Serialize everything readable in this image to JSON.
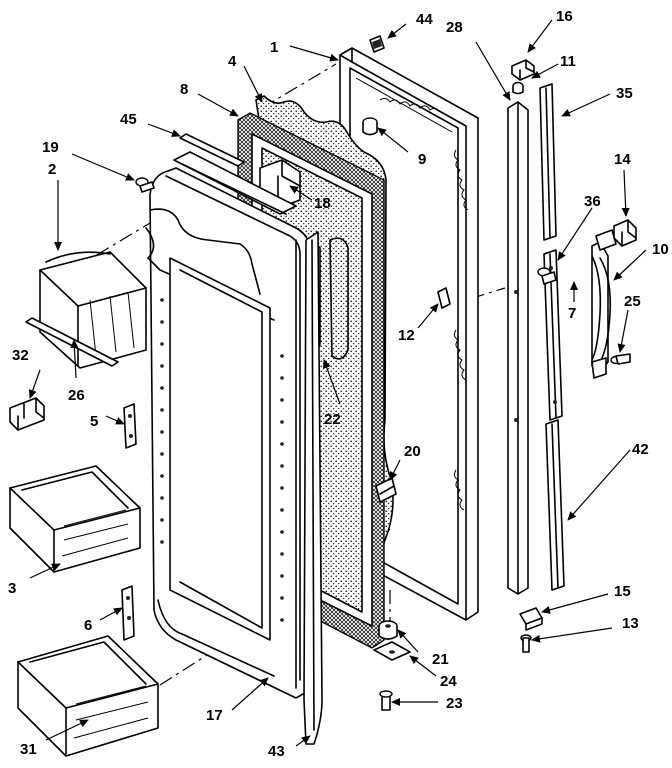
{
  "diagram": {
    "type": "exploded-parts-view",
    "callouts": [
      "1",
      "2",
      "3",
      "4",
      "5",
      "6",
      "7",
      "8",
      "9",
      "10",
      "11",
      "12",
      "13",
      "14",
      "15",
      "16",
      "17",
      "18",
      "19",
      "20",
      "21",
      "22",
      "23",
      "24",
      "25",
      "26",
      "28",
      "31",
      "32",
      "35",
      "36",
      "42",
      "43",
      "44",
      "45"
    ],
    "colors": {
      "ink": "#000000",
      "paper": "#ffffff"
    }
  }
}
